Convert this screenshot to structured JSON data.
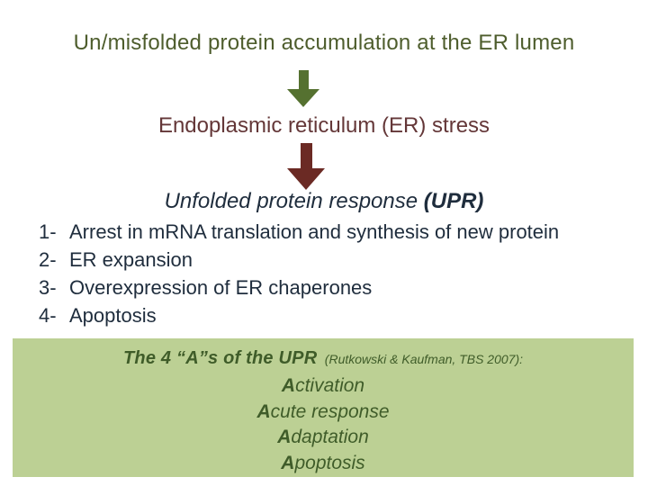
{
  "slide": {
    "title": "Un/misfolded protein accumulation at the ER lumen",
    "er_stress": "Endoplasmic reticulum (ER) stress",
    "upr_title_italic": "Unfolded protein response ",
    "upr_title_bold": "(UPR)",
    "upr_list": [
      {
        "num": "1-",
        "text": "Arrest in mRNA translation and synthesis of new protein"
      },
      {
        "num": "2-",
        "text": "ER expansion"
      },
      {
        "num": "3-",
        "text": "Overexpression of ER chaperones"
      },
      {
        "num": "4-",
        "text": "Apoptosis"
      }
    ],
    "green_box": {
      "heading_main": "The 4 “A”s of the UPR",
      "heading_cite": "(Rutkowski & Kaufman, TBS 2007):",
      "items": [
        {
          "lead": "A",
          "rest": "ctivation"
        },
        {
          "lead": "A",
          "rest": "cute response"
        },
        {
          "lead": "A",
          "rest": "daptation"
        },
        {
          "lead": "A",
          "rest": "poptosis"
        }
      ]
    },
    "icons": {
      "flow_arrow_1": "down-arrow",
      "flow_arrow_2": "down-arrow"
    },
    "colors": {
      "title_green": "#4e5d2d",
      "arrow_green": "#557130",
      "er_maroon": "#643738",
      "arrow_maroon": "#6b2a24",
      "body_navy": "#1f2d3d",
      "box_background": "#bcd094",
      "box_text_green": "#3f5c29"
    }
  }
}
